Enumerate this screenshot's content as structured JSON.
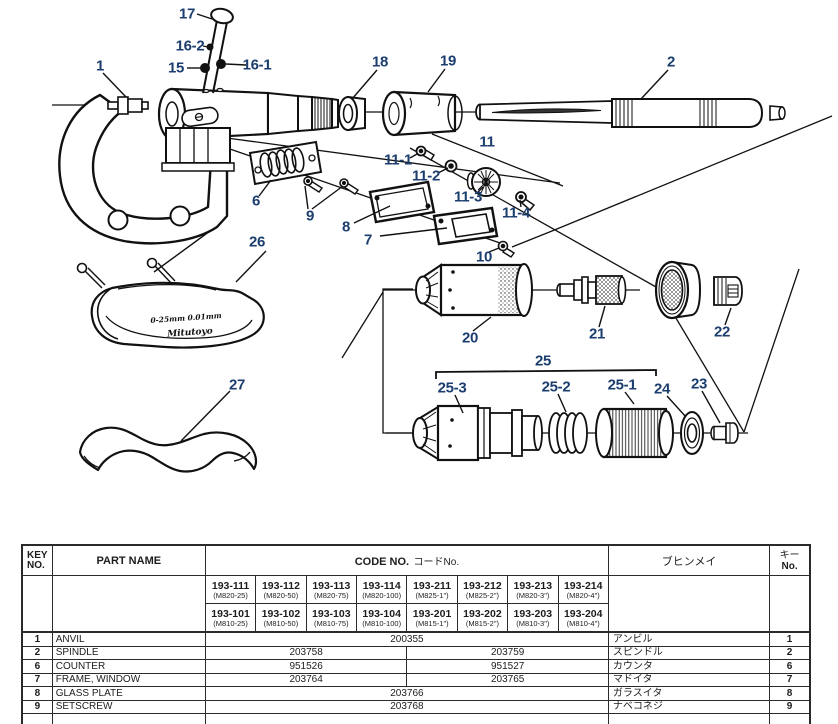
{
  "page": {
    "background": "#ffffff"
  },
  "colors": {
    "label_navy": "#1b3e6e",
    "line_black": "#111111",
    "table_text": "#1d1d1d"
  },
  "diagram": {
    "labels": [
      "17",
      "16-2",
      "15",
      "16-1",
      "1",
      "18",
      "19",
      "2",
      "11",
      "11-1",
      "11-2",
      "11-3",
      "11-4",
      "6",
      "9",
      "8",
      "7",
      "10",
      "26",
      "20",
      "21",
      "22",
      "25",
      "25-3",
      "25-2",
      "25-1",
      "24",
      "23",
      "27"
    ],
    "cover_markings": {
      "line1": "0-25mm 0.01mm",
      "line2": "Mitutoyo"
    }
  },
  "table": {
    "header": {
      "key_no": "KEY NO.",
      "part_name": "PART NAME",
      "code_no_en": "CODE NO.",
      "code_no_jp": "コードNo.",
      "buhinmei": "ブヒンメイ",
      "key_right_jp": "キー",
      "key_right_en": "No."
    },
    "code_columns_row1": [
      {
        "code": "193-111",
        "model": "(M820-25)"
      },
      {
        "code": "193-112",
        "model": "(M820-50)"
      },
      {
        "code": "193-113",
        "model": "(M820-75)"
      },
      {
        "code": "193-114",
        "model": "(M820-100)"
      },
      {
        "code": "193-211",
        "model": "(M825-1\")"
      },
      {
        "code": "193-212",
        "model": "(M825-2\")"
      },
      {
        "code": "193-213",
        "model": "(M820-3\")"
      },
      {
        "code": "193-214",
        "model": "(M820-4\")"
      }
    ],
    "code_columns_row2": [
      {
        "code": "193-101",
        "model": "(M810-25)"
      },
      {
        "code": "193-102",
        "model": "(M810-50)"
      },
      {
        "code": "193-103",
        "model": "(M810-75)"
      },
      {
        "code": "193-104",
        "model": "(M810-100)"
      },
      {
        "code": "193-201",
        "model": "(M815-1\")"
      },
      {
        "code": "193-202",
        "model": "(M815-2\")"
      },
      {
        "code": "193-203",
        "model": "(M810-3\")"
      },
      {
        "code": "193-204",
        "model": "(M810-4\")"
      }
    ],
    "rows": [
      {
        "key": "1",
        "name": "ANVIL",
        "code_all": "200355",
        "jp": "アンビル"
      },
      {
        "key": "2",
        "name": "SPINDLE",
        "code_left": "203758",
        "code_right": "203759",
        "jp": "スピンドル"
      },
      {
        "key": "6",
        "name": "COUNTER",
        "code_left": "951526",
        "code_right": "951527",
        "jp": "カウンタ"
      },
      {
        "key": "7",
        "name": "FRAME, WINDOW",
        "code_left": "203764",
        "code_right": "203765",
        "jp": "マドイタ"
      },
      {
        "key": "8",
        "name": "GLASS PLATE",
        "code_all": "203766",
        "jp": "ガラスイタ"
      },
      {
        "key": "9",
        "name": "SETSCREW",
        "code_all": "203768",
        "jp": "ナベコネジ"
      }
    ]
  }
}
